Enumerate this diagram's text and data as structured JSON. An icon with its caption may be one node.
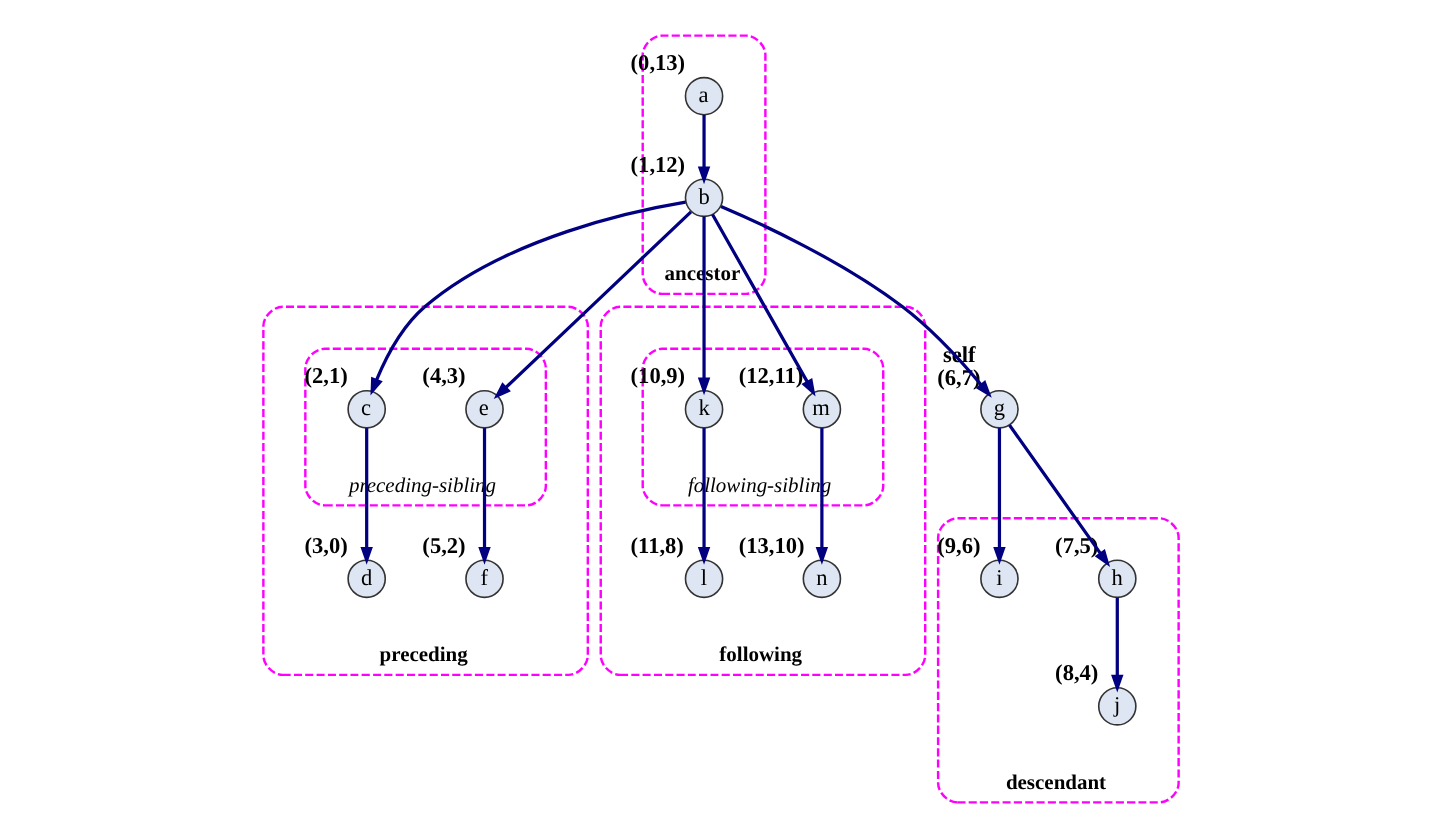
{
  "diagram": {
    "nodes": [
      {
        "text": [
          "ancestor"
        ]
      },
      {
        "text": [
          "a"
        ],
        "in": 0,
        "beside": [
          "(0,13)"
        ]
      },
      {
        "text": [
          "b"
        ],
        "in": 0,
        "beside": [
          "(1,12)"
        ]
      },
      {
        "text": [
          "preceding"
        ]
      },
      {
        "text": [
          "preceding-sibling"
        ],
        "in": 3
      },
      {
        "text": [
          "c"
        ],
        "in": 4,
        "beside": [
          "(2,1)"
        ]
      },
      {
        "text": [
          "e"
        ],
        "in": 4,
        "beside": [
          "(4,3)"
        ]
      },
      {
        "text": [
          "d"
        ],
        "in": 3,
        "beside": [
          "(3,0)"
        ]
      },
      {
        "text": [
          "f"
        ],
        "in": 3,
        "beside": [
          "(5,2)"
        ]
      },
      {
        "text": [
          "g"
        ],
        "beside": [
          "self",
          "(6,7)"
        ]
      },
      {
        "text": [
          "descendant"
        ]
      },
      {
        "text": [
          "h"
        ],
        "in": 10,
        "beside": [
          "(7,5)"
        ]
      },
      {
        "text": [
          "i"
        ],
        "in": 10,
        "beside": [
          "(9,6)"
        ]
      },
      {
        "text": [
          "j"
        ],
        "in": 10,
        "beside": [
          "(8,4)"
        ]
      },
      {
        "text": [
          "following"
        ]
      },
      {
        "text": [
          "following-sibling"
        ],
        "in": 14
      },
      {
        "text": [
          "k"
        ],
        "in": 15,
        "beside": [
          "(10,9)"
        ]
      },
      {
        "text": [
          "m"
        ],
        "in": 15,
        "beside": [
          "(12,11)"
        ]
      },
      {
        "text": [
          "l"
        ],
        "in": 14,
        "beside": [
          "(11,8)"
        ]
      },
      {
        "text": [
          "n"
        ],
        "in": 14,
        "beside": [
          "(13,10)"
        ]
      }
    ],
    "edges": [
      {
        "from": 1,
        "to": 2,
        "arrow": "to"
      },
      {
        "from": 2,
        "to": 5,
        "arrow": "to"
      },
      {
        "from": 2,
        "to": 6,
        "arrow": "to"
      },
      {
        "from": 2,
        "to": 9,
        "arrow": "to"
      },
      {
        "from": 2,
        "to": 16,
        "arrow": "to"
      },
      {
        "from": 2,
        "to": 17,
        "arrow": "to"
      },
      {
        "from": 5,
        "to": 7,
        "arrow": "to"
      },
      {
        "from": 6,
        "to": 8,
        "arrow": "to"
      },
      {
        "from": 9,
        "to": 11,
        "arrow": "to"
      },
      {
        "from": 9,
        "to": 12,
        "arrow": "to"
      },
      {
        "from": 11,
        "to": 13,
        "arrow": "to"
      },
      {
        "from": 16,
        "to": 18,
        "arrow": "to"
      },
      {
        "from": 17,
        "to": 19,
        "arrow": "to"
      }
    ]
  }
}
